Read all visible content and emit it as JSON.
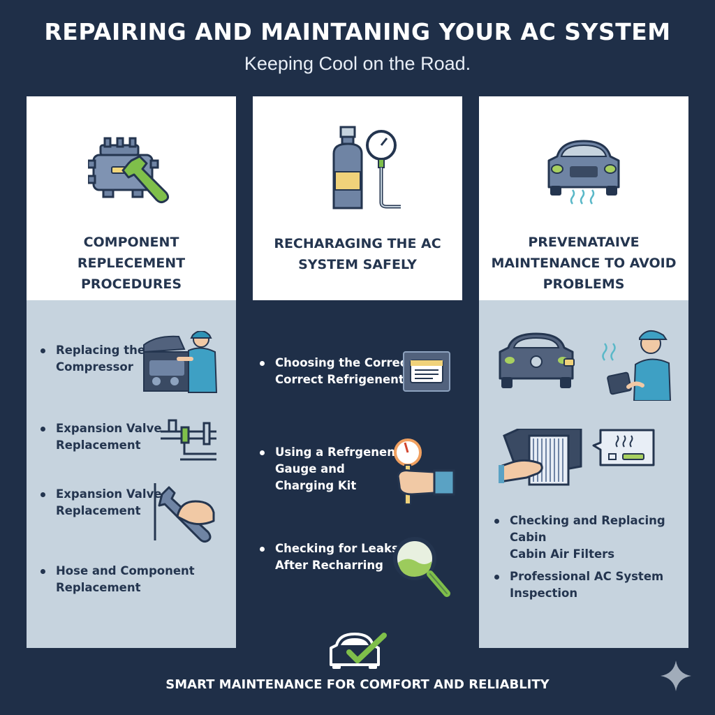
{
  "header": {
    "title": "REPAIRING AND MAINTANING YOUR AC SYSTEM",
    "subtitle": "Keeping Cool on the Road."
  },
  "columns": [
    {
      "heading": "COMPONENT\nREPLECEMENT\nPROCEDURES",
      "header_icon": "compressor-wrench-icon",
      "items": [
        {
          "text": "Replacing the\nCompressor",
          "icon": "mechanic-engine-icon"
        },
        {
          "text": "Expansion Valve\nReplacement",
          "icon": "pipe-valve-icon"
        },
        {
          "text": "Expansion Valve\nReplacement",
          "icon": "hand-wrench-icon"
        },
        {
          "text": "Hose and Component\nReplacement",
          "icon": ""
        }
      ]
    },
    {
      "heading": "RECHARAGING THE AC\nSYSTEM SAFELY",
      "header_icon": "refrigerant-can-gauge-icon",
      "items": [
        {
          "text": "Choosing the Correct\nCorrect Refrigenent",
          "icon": "label-card-icon"
        },
        {
          "text": "Using a Refrgenent\nGauge and\nCharging Kit",
          "icon": "hand-gauge-icon"
        },
        {
          "text": "Checking for Leaks\nAfter Recharring",
          "icon": "magnifier-icon"
        }
      ]
    },
    {
      "heading": "PREVENATAIVE\nMAINTENANCE TO AVOID\nPROBLEMS",
      "header_icon": "car-cool-air-icon",
      "items": [
        {
          "text": "Checking and Replacing Cabin\nCabin Air Filters",
          "icon": "cabin-filter-icon"
        },
        {
          "text": "Professional AC System\nInspection",
          "icon": "technician-tablet-icon"
        }
      ]
    }
  ],
  "footer": {
    "text": "SMART MAINTENANCE FOR COMFORT AND RELIABLITY",
    "icon": "car-check-icon"
  },
  "colors": {
    "background": "#1f2f48",
    "panel": "#ffffff",
    "panel_light": "#c6d3de",
    "accent_green": "#7fbf4a",
    "accent_blue": "#5aa2c4",
    "accent_yellow": "#f0d27a"
  }
}
